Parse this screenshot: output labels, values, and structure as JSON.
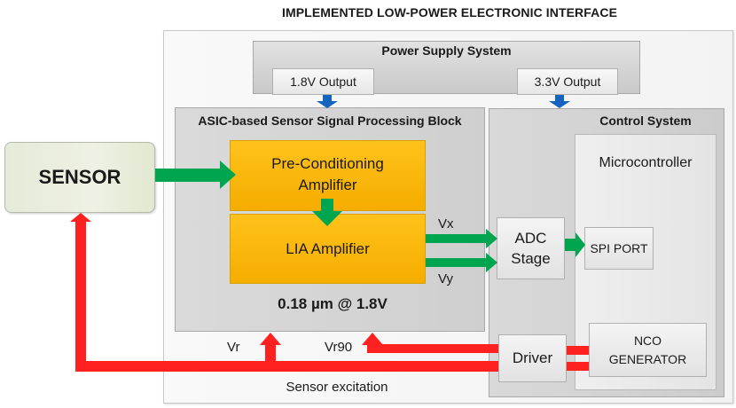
{
  "title": "IMPLEMENTED LOW-POWER ELECTRONIC INTERFACE",
  "sensor": {
    "label": "SENSOR"
  },
  "power_supply": {
    "title": "Power Supply System",
    "outputs": [
      {
        "label": "1.8V Output"
      },
      {
        "label": "3.3V Output"
      }
    ]
  },
  "asic_block": {
    "title": "ASIC-based Sensor Signal Processing Block",
    "pre_conditioning": {
      "line1": "Pre-Conditioning",
      "line2": "Amplifier"
    },
    "lia": {
      "label": "LIA Amplifier"
    },
    "technology": "0.18 µm @ 1.8V"
  },
  "control_system": {
    "title": "Control System",
    "adc": {
      "line1": "ADC",
      "line2": "Stage"
    },
    "driver": {
      "label": "Driver"
    },
    "microcontroller": {
      "title": "Microcontroller",
      "spi_port": "SPI PORT",
      "nco": {
        "line1": "NCO",
        "line2": "GENERATOR"
      }
    }
  },
  "signals": {
    "vx": "Vx",
    "vy": "Vy",
    "vr": "Vr",
    "vr90": "Vr90",
    "excitation": "Sensor excitation"
  },
  "colors": {
    "signal_green": "#00a550",
    "excitation_red": "#ff2020",
    "power_blue": "#1565c0",
    "amplifier_orange": "#ffc000"
  }
}
